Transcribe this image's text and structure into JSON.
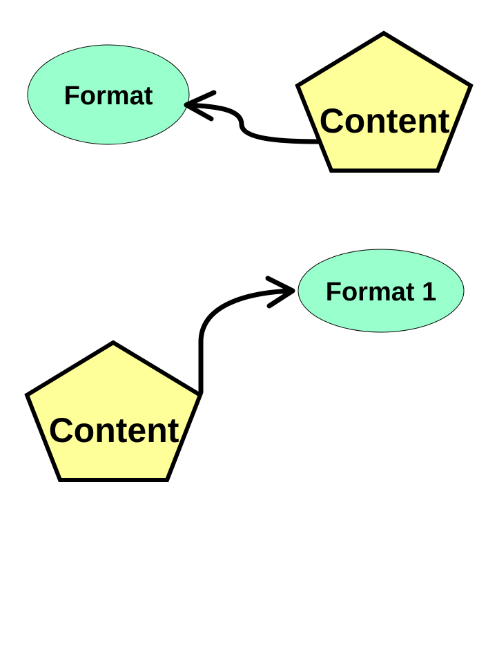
{
  "colors": {
    "format_fill": "#99FFCC",
    "content_fill": "#FFFF99",
    "stroke": "#000000",
    "background": "#FFFFFF"
  },
  "diagram_top": {
    "format_label": "Format",
    "content_label": "Content"
  },
  "diagram_bottom": {
    "format_label": "Format 1",
    "content_label": "Content"
  }
}
